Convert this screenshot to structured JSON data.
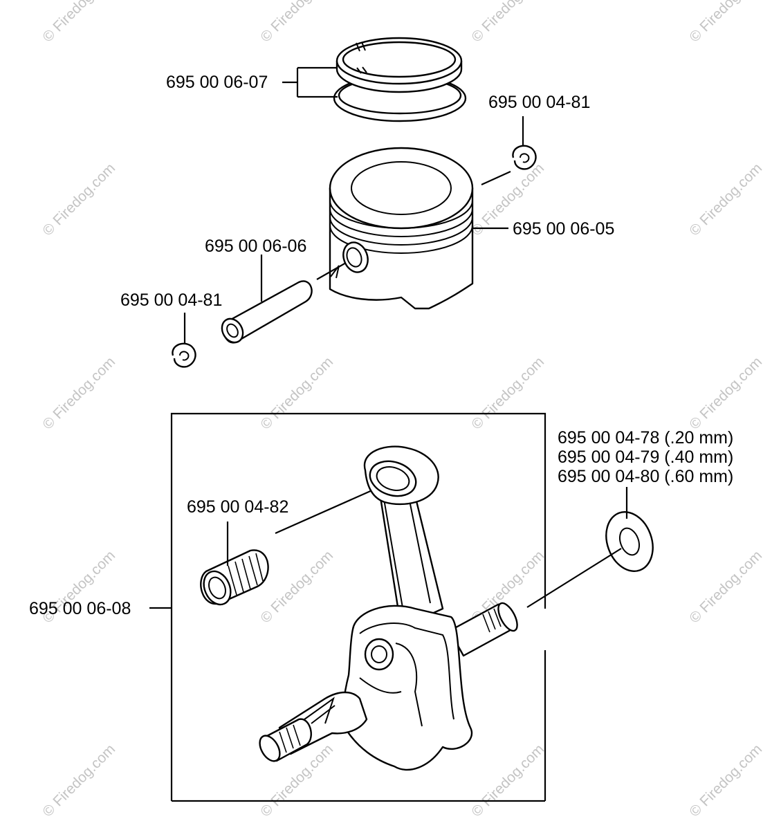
{
  "labels": {
    "piston_rings": "695 00 06-07",
    "circlip_right": "695 00 04-81",
    "piston": "695 00 06-05",
    "piston_pin": "695 00 06-06",
    "circlip_left": "695 00 04-81",
    "needle_bearing": "695 00 04-82",
    "crankshaft_assembly": "695 00 06-08",
    "washer_020": "695 00 04-78 (.20 mm)",
    "washer_040": "695 00 04-79 (.40 mm)",
    "washer_060": "695 00 04-80 (.60 mm)"
  },
  "watermark": "© Firedog.com"
}
